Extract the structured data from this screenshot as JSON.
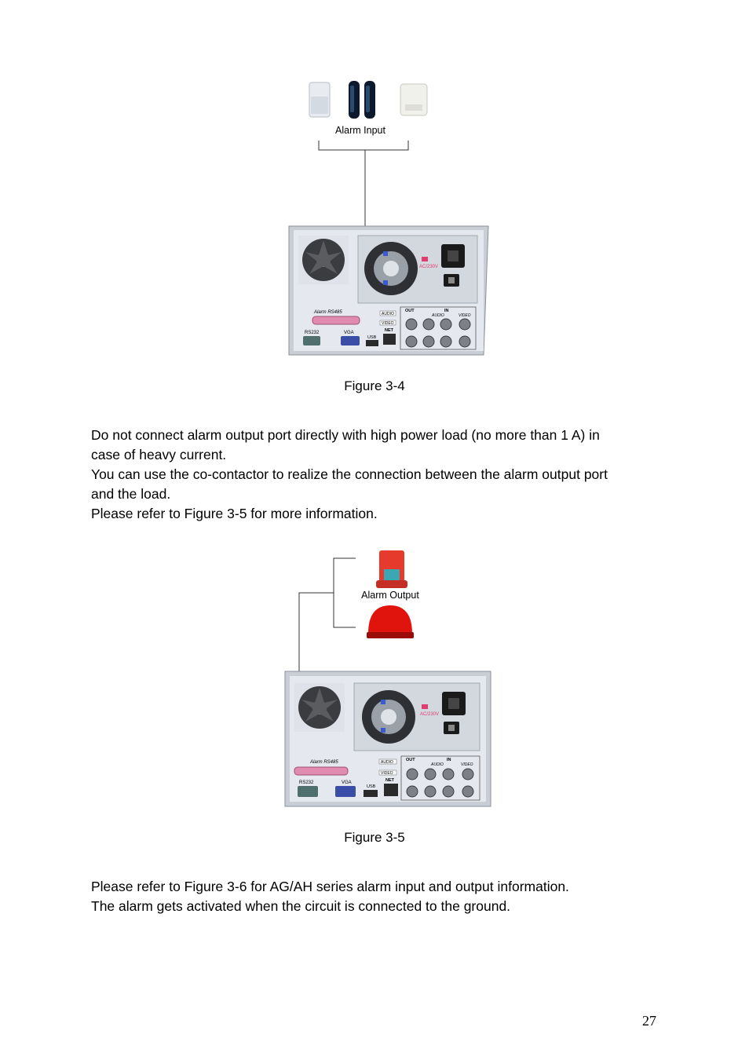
{
  "figure4": {
    "label": "Alarm Input",
    "caption": "Figure 3-4",
    "device": {
      "ports": {
        "alarm_rs485": "Alarm  RS485",
        "rs232": "RS232",
        "vga": "VGA",
        "usb": "USB",
        "net": "NET",
        "audio": "AUDIO",
        "video": "VIDEO",
        "out": "OUT",
        "in": "IN",
        "in_audio": "AUDIO",
        "in_video": "VIDEO",
        "power": "AC/230V"
      }
    }
  },
  "text1": {
    "lines": [
      "Do not connect alarm output port directly with high power load (no more than 1 A) in",
      "case of heavy current.",
      "You can use the co-contactor to realize the connection between the alarm output port",
      "and the load.",
      "Please refer to Figure 3-5 for more information."
    ]
  },
  "figure5": {
    "label": "Alarm Output",
    "caption": "Figure 3-5",
    "device": {
      "ports": {
        "alarm_rs485": "Alarm  RS485",
        "rs232": "RS232",
        "vga": "VGA",
        "usb": "USB",
        "net": "NET",
        "audio": "AUDIO",
        "video": "VIDEO",
        "out": "OUT",
        "in": "IN",
        "in_audio": "AUDIO",
        "in_video": "VIDEO",
        "power": "AC/230V"
      }
    }
  },
  "text2": {
    "lines": [
      "Please refer to Figure 3-6 for AG/AH series alarm input and output information.",
      "The alarm gets activated when the circuit is connected to the ground."
    ]
  },
  "page_number": "27"
}
